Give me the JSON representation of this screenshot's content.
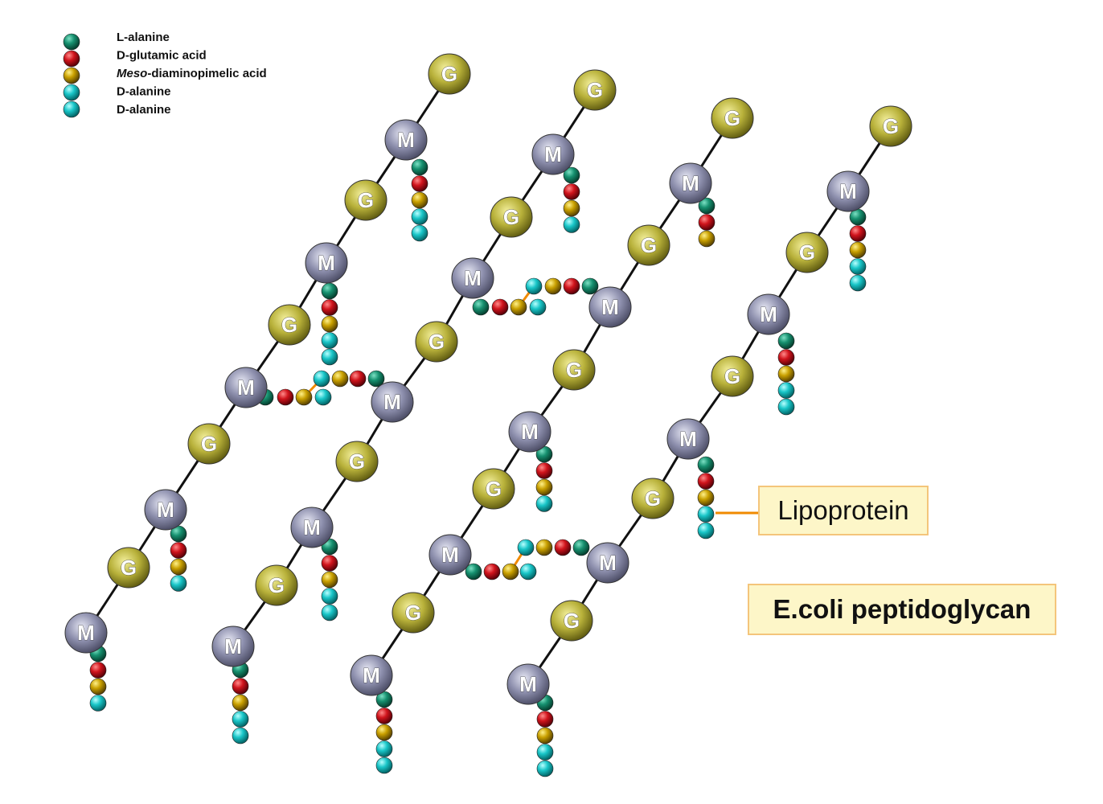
{
  "legend": [
    {
      "label": "L-alanine",
      "color": "teal"
    },
    {
      "label": "D-glutamic acid",
      "color": "red"
    },
    {
      "label_italic": "Meso",
      "label_rest": "-diaminopimelic acid",
      "color": "gold"
    },
    {
      "label": "D-alanine",
      "color": "cyan"
    },
    {
      "label": "D-alanine",
      "color": "cyan"
    }
  ],
  "sugars": {
    "g_label": "G",
    "m_label": "M"
  },
  "lipoprotein_label": "Lipoprotein",
  "title": "E.coli peptidoglycan",
  "colors": {
    "teal": "#12806a",
    "red": "#c8141c",
    "gold": "#c9a000",
    "cyan": "#1ac6c8",
    "glcnac": "#b8b13a",
    "murnac": "#8e90ae",
    "backbone": "#111111",
    "crosslink": "#f08a00",
    "box_fill": "#fdf6c8",
    "box_border": "#f4c57b"
  }
}
